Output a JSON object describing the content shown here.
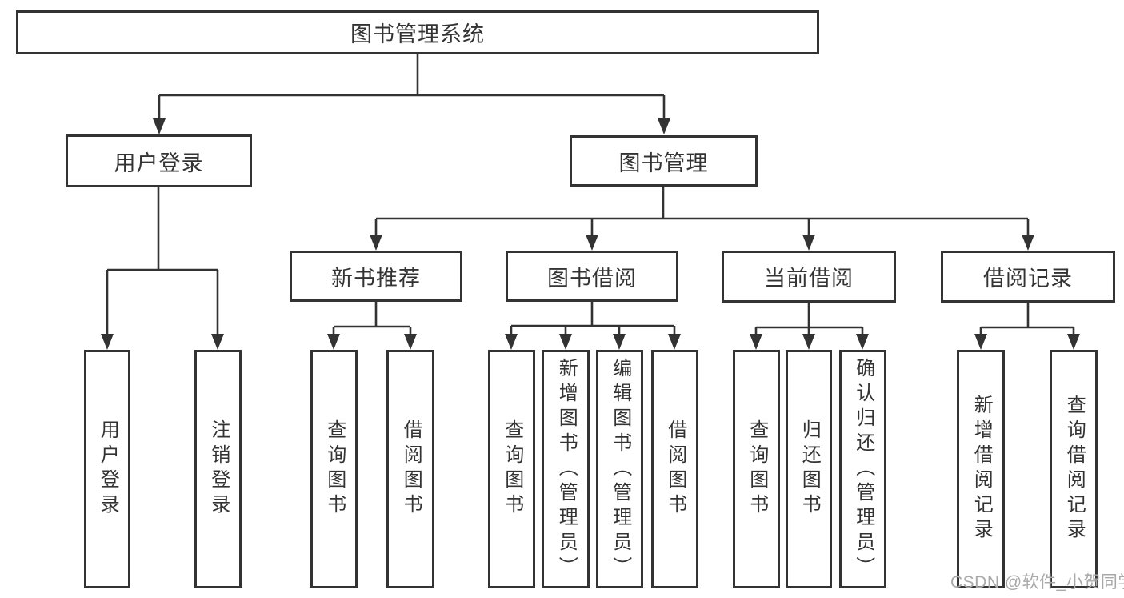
{
  "colors": {
    "background": "#ffffff",
    "line": "#333333",
    "text": "#333333",
    "watermark": "#a9a9a9"
  },
  "tree": {
    "label": "图书管理系统",
    "children": [
      {
        "label": "用户登录",
        "children": [
          {
            "label": "用户登录"
          },
          {
            "label": "注销登录"
          }
        ]
      },
      {
        "label": "图书管理",
        "children": [
          {
            "label": "新书推荐",
            "children": [
              {
                "label": "查询图书"
              },
              {
                "label": "借阅图书"
              }
            ]
          },
          {
            "label": "图书借阅",
            "children": [
              {
                "label": "查询图书"
              },
              {
                "label": "新增图书（管理员）"
              },
              {
                "label": "编辑图书（管理员）"
              },
              {
                "label": "借阅图书"
              }
            ]
          },
          {
            "label": "当前借阅",
            "children": [
              {
                "label": "查询图书"
              },
              {
                "label": "归还图书"
              },
              {
                "label": "确认归还（管理员）"
              }
            ]
          },
          {
            "label": "借阅记录",
            "children": [
              {
                "label": "新增借阅记录"
              },
              {
                "label": "查询借阅记录"
              }
            ]
          }
        ]
      }
    ]
  },
  "watermark": {
    "text": "CSDN @软件_小贺同学"
  }
}
